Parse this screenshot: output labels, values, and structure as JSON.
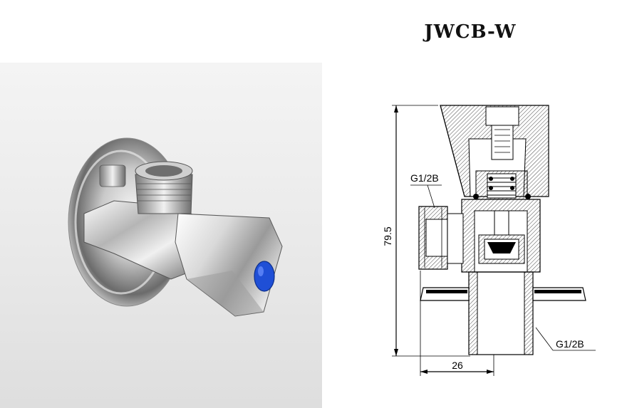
{
  "title": "JWCB-W",
  "dimensions": {
    "height_label": "79.5",
    "width_label": "26",
    "inlet_thread_label": "G1/2B",
    "outlet_thread_label": "G1/2B"
  },
  "colors": {
    "chrome_light": "#f2f2f2",
    "chrome_dark": "#5a5a5a",
    "indicator_blue": "#1f4fd6",
    "background_grey": "#e8e8e8"
  }
}
